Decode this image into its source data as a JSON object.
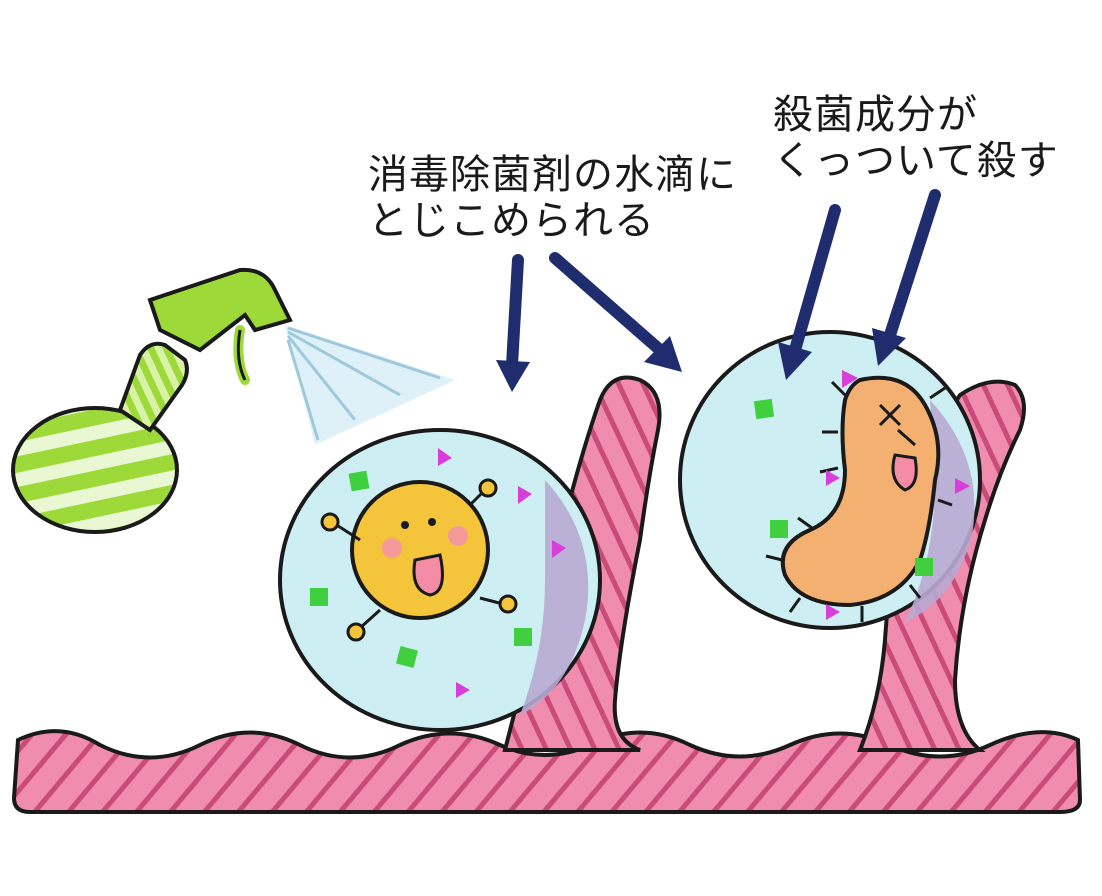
{
  "labels": {
    "droplet_caption": {
      "line1": "消毒除菌剤の水滴に",
      "line2": "とじこめられる"
    },
    "kill_caption": {
      "line1": "殺菌成分が",
      "line2": "くっついて殺す"
    }
  },
  "colors": {
    "surface_pink": "#f08cae",
    "surface_stripe": "#c94b78",
    "droplet_fill": "#cdeff3",
    "droplet_shadow": "#b9a9d2",
    "bottle_green": "#9ed93a",
    "virus_yellow": "#f4c43a",
    "bacteria_orange": "#f3b070",
    "particle_green": "#3fcf3f",
    "particle_magenta": "#d83ed8",
    "arrow_navy": "#1f2d6e"
  },
  "icons": [
    "spray-bottle-icon",
    "virus-icon",
    "bacteria-icon",
    "arrow-icon"
  ]
}
